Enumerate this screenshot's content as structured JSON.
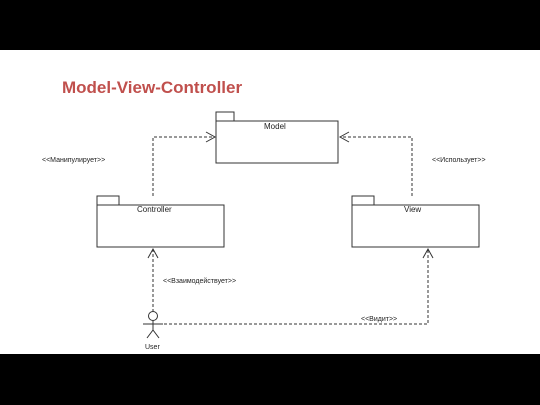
{
  "slide": {
    "title": "Model-View-Controller",
    "title_color": "#c0504d"
  },
  "diagram": {
    "packages": {
      "model": "Model",
      "controller": "Controller",
      "view": "View"
    },
    "actor": "User",
    "relations": {
      "manipulates": "<<Манипулирует>>",
      "uses": "<<Использует>>",
      "interacts": "<<Взаимодействует>>",
      "sees": "<<Видит>>"
    }
  }
}
